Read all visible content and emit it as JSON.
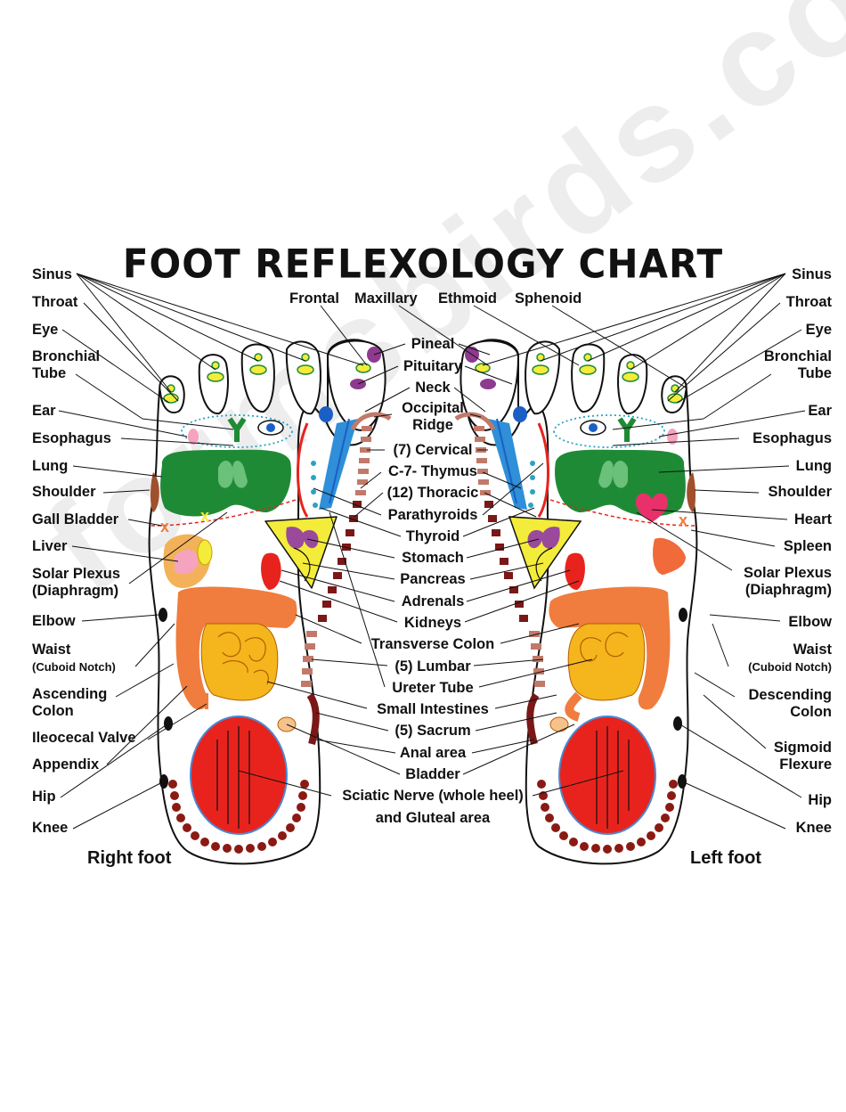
{
  "title": "FOOT REFLEXOLOGY CHART",
  "watermark": "formsbirds.com",
  "right_foot_label": "Right foot",
  "left_foot_label": "Left foot",
  "left_labels": {
    "sinus": "Sinus",
    "throat": "Throat",
    "eye": "Eye",
    "bronchial_1": "Bronchial",
    "bronchial_2": "Tube",
    "ear": "Ear",
    "esophagus": "Esophagus",
    "lung": "Lung",
    "shoulder": "Shoulder",
    "gall_bladder": "Gall Bladder",
    "liver": "Liver",
    "solar_1": "Solar Plexus",
    "solar_2": "(Diaphragm)",
    "elbow": "Elbow",
    "waist_1": "Waist",
    "waist_2": "(Cuboid Notch)",
    "ascending_1": "Ascending",
    "ascending_2": "Colon",
    "ileocecal": "Ileocecal Valve",
    "appendix": "Appendix",
    "hip": "Hip",
    "knee": "Knee"
  },
  "right_labels": {
    "sinus": "Sinus",
    "throat": "Throat",
    "eye": "Eye",
    "bronchial_1": "Bronchial",
    "bronchial_2": "Tube",
    "ear": "Ear",
    "esophagus": "Esophagus",
    "lung": "Lung",
    "shoulder": "Shoulder",
    "heart": "Heart",
    "spleen": "Spleen",
    "solar_1": "Solar Plexus",
    "solar_2": "(Diaphragm)",
    "elbow": "Elbow",
    "waist_1": "Waist",
    "waist_2": "(Cuboid Notch)",
    "descending_1": "Descending",
    "descending_2": "Colon",
    "sigmoid_1": "Sigmoid",
    "sigmoid_2": "Flexure",
    "hip": "Hip",
    "knee": "Knee"
  },
  "top_labels": {
    "frontal": "Frontal",
    "maxillary": "Maxillary",
    "ethmoid": "Ethmoid",
    "sphenoid": "Sphenoid"
  },
  "center_labels": {
    "pineal": "Pineal",
    "pituitary": "Pituitary",
    "neck": "Neck",
    "occipital_1": "Occipital",
    "occipital_2": "Ridge",
    "cervical": "(7) Cervical",
    "thymus": "C-7- Thymus",
    "thoracic": "(12) Thoracic",
    "parathyroids": "Parathyroids",
    "thyroid": "Thyroid",
    "stomach": "Stomach",
    "pancreas": "Pancreas",
    "adrenals": "Adrenals",
    "kidneys": "Kidneys",
    "transverse_colon": "Transverse Colon",
    "lumbar": "(5) Lumbar",
    "ureter": "Ureter Tube",
    "small_intestines": "Small Intestines",
    "sacrum": "(5) Sacrum",
    "anal": "Anal area",
    "bladder": "Bladder",
    "sciatic_1": "Sciatic Nerve (whole heel)",
    "sciatic_2": "and Gluteal area"
  },
  "colors": {
    "lung": "#1f8a36",
    "heel": "#e8231d",
    "colon": "#f07c3e",
    "intestine": "#f5b51d",
    "spine": "#7a1818",
    "kidney": "#e8231d",
    "stomach_zone": "#f3ec3a",
    "stomach": "#9a4a9b",
    "heart": "#e8316a",
    "spleen": "#f06a3a",
    "ureter": "#2f8fd8",
    "liver": "#f3b25a",
    "pituitary": "#8e3a8f"
  }
}
